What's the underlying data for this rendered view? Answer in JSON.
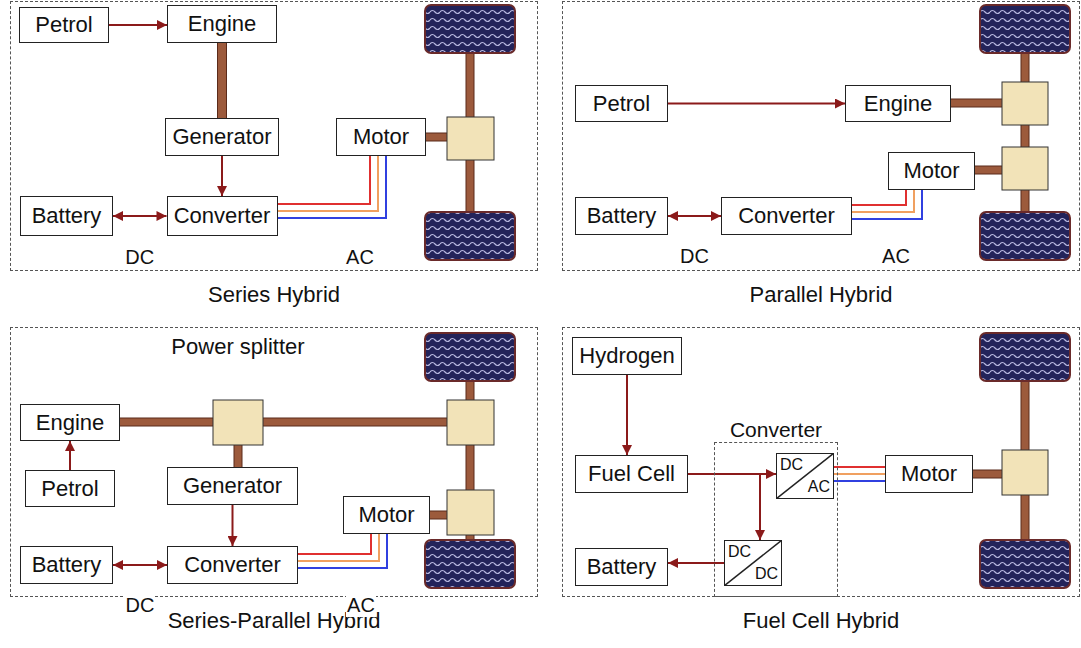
{
  "diagram": {
    "nodes": [
      {
        "text": [
          "Series Hybrid"
        ]
      },
      {
        "text": [
          "Petrol"
        ],
        "in": 0
      },
      {
        "text": [
          "Engine"
        ],
        "in": 0
      },
      {
        "text": [
          "Generator"
        ],
        "in": 0
      },
      {
        "text": [
          "Motor"
        ],
        "in": 0
      },
      {
        "text": [
          "Battery"
        ],
        "in": 0
      },
      {
        "text": [
          "Converter"
        ],
        "in": 0
      },
      {
        "text": [
          "Parallel Hybrid"
        ]
      },
      {
        "text": [
          "Petrol"
        ],
        "in": 7
      },
      {
        "text": [
          "Engine"
        ],
        "in": 7
      },
      {
        "text": [
          "Motor"
        ],
        "in": 7
      },
      {
        "text": [
          "Battery"
        ],
        "in": 7
      },
      {
        "text": [
          "Converter"
        ],
        "in": 7
      },
      {
        "text": [
          "Series-Parallel Hybrid"
        ]
      },
      {
        "text": [
          "Engine"
        ],
        "in": 13
      },
      {
        "text": [
          "Petrol"
        ],
        "in": 13
      },
      {
        "text": [
          "Generator"
        ],
        "in": 13
      },
      {
        "text": [
          "Motor"
        ],
        "in": 13
      },
      {
        "text": [
          "Battery"
        ],
        "in": 13
      },
      {
        "text": [
          "Converter"
        ],
        "in": 13
      },
      {
        "text": [
          "Fuel Cell Hybrid"
        ]
      },
      {
        "text": [
          "Hydrogen"
        ],
        "in": 20
      },
      {
        "text": [
          "Fuel Cell"
        ],
        "in": 20
      },
      {
        "text": [
          "Converter"
        ],
        "in": 20
      },
      {
        "text": [
          "DC",
          "AC"
        ],
        "in": 23
      },
      {
        "text": [
          "Motor"
        ],
        "in": 20
      },
      {
        "text": [
          "Battery"
        ],
        "in": 20
      },
      {
        "text": [
          "DC",
          "DC"
        ],
        "in": 23
      }
    ],
    "edges": [
      {
        "from": 1,
        "to": 2,
        "arrow": "to"
      },
      {
        "from": 2,
        "to": 3,
        "arrow": "none"
      },
      {
        "from": 3,
        "to": 6,
        "arrow": "to"
      },
      {
        "from": 5,
        "to": 6,
        "arrow": "both",
        "label": "DC"
      },
      {
        "from": 6,
        "to": 4,
        "arrow": "none",
        "label": "AC"
      },
      {
        "from": 8,
        "to": 9,
        "arrow": "to"
      },
      {
        "from": 11,
        "to": 12,
        "arrow": "both",
        "label": "DC"
      },
      {
        "from": 12,
        "to": 10,
        "arrow": "none",
        "label": "AC"
      },
      {
        "from": 15,
        "to": 14,
        "arrow": "to"
      },
      {
        "from": 16,
        "to": 19,
        "arrow": "to"
      },
      {
        "from": 18,
        "to": 19,
        "arrow": "both",
        "label": "DC"
      },
      {
        "from": 19,
        "to": 17,
        "arrow": "none",
        "label": "AC"
      },
      {
        "from": 21,
        "to": 22,
        "arrow": "to"
      },
      {
        "from": 22,
        "to": 24,
        "arrow": "to"
      },
      {
        "from": 22,
        "to": 27,
        "arrow": "to"
      },
      {
        "from": 27,
        "to": 26,
        "arrow": "to"
      },
      {
        "from": 24,
        "to": 25,
        "arrow": "none"
      }
    ],
    "labels": [
      "Power splitter"
    ]
  }
}
